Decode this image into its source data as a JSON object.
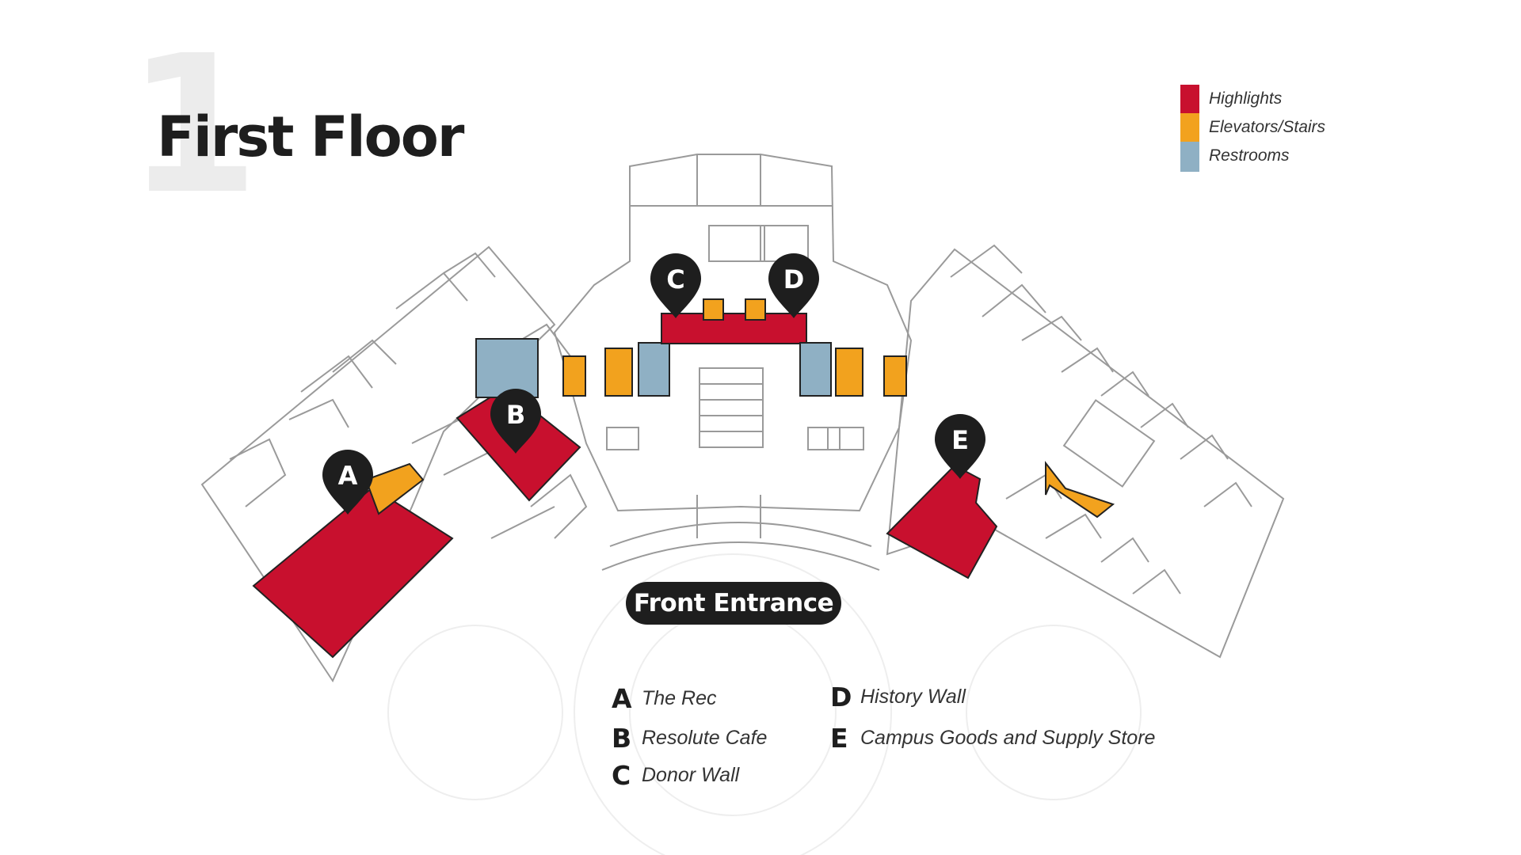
{
  "floor": {
    "number": "1",
    "title": "First Floor"
  },
  "legend": [
    {
      "label": "Highlights",
      "color": "#c8102e"
    },
    {
      "label": "Elevators/Stairs",
      "color": "#f2a21e"
    },
    {
      "label": "Restrooms",
      "color": "#8fb0c4"
    }
  ],
  "entrance_label": "Front Entrance",
  "pins": [
    {
      "letter": "A"
    },
    {
      "letter": "B"
    },
    {
      "letter": "C"
    },
    {
      "letter": "D"
    },
    {
      "letter": "E"
    }
  ],
  "key": [
    {
      "letter": "A",
      "name": "The Rec"
    },
    {
      "letter": "B",
      "name": "Resolute Cafe"
    },
    {
      "letter": "C",
      "name": "Donor Wall"
    },
    {
      "letter": "D",
      "name": "History Wall"
    },
    {
      "letter": "E",
      "name": "Campus Goods and Supply Store"
    }
  ],
  "colors": {
    "highlight": "#c8102e",
    "elevator": "#f2a21e",
    "restroom": "#8fb0c4",
    "pin": "#1e1e1e",
    "linework": "#9a9a9a"
  }
}
